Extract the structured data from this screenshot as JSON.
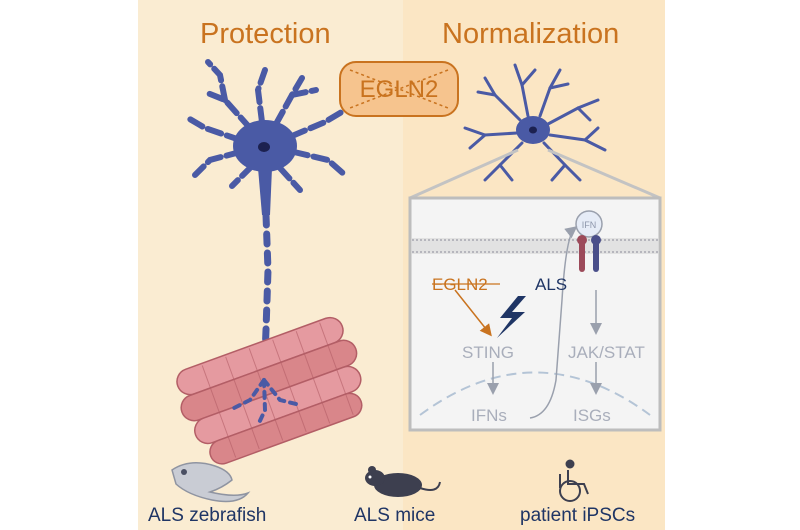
{
  "headings": {
    "left": "Protection",
    "right": "Normalization"
  },
  "center_target": "EGLN2",
  "inset": {
    "receptor_ligand": "IFN",
    "inhibitor": "EGLN2",
    "disease": "ALS",
    "sting": "STING",
    "jakstat": "JAK/STAT",
    "ifns": "IFNs",
    "isgs": "ISGs"
  },
  "models": {
    "zebrafish": "ALS zebrafish",
    "mice": "ALS mice",
    "ipsc": "patient iPSCs"
  },
  "colors": {
    "left_background": "#faecd2",
    "right_background": "#fbe6c4",
    "accent_orange": "#c9731f",
    "neuron_blue": "#4a5aa5",
    "muscle_pink": "#d9868a",
    "text_navy": "#1f3565",
    "pathway_gray": "#9aa0ad"
  },
  "icons": [
    "neuron-icon",
    "astrocyte-icon",
    "muscle-fiber-icon",
    "zebrafish-icon",
    "mouse-icon",
    "wheelchair-person-icon",
    "lightning-icon",
    "interferon-receptor-icon"
  ]
}
